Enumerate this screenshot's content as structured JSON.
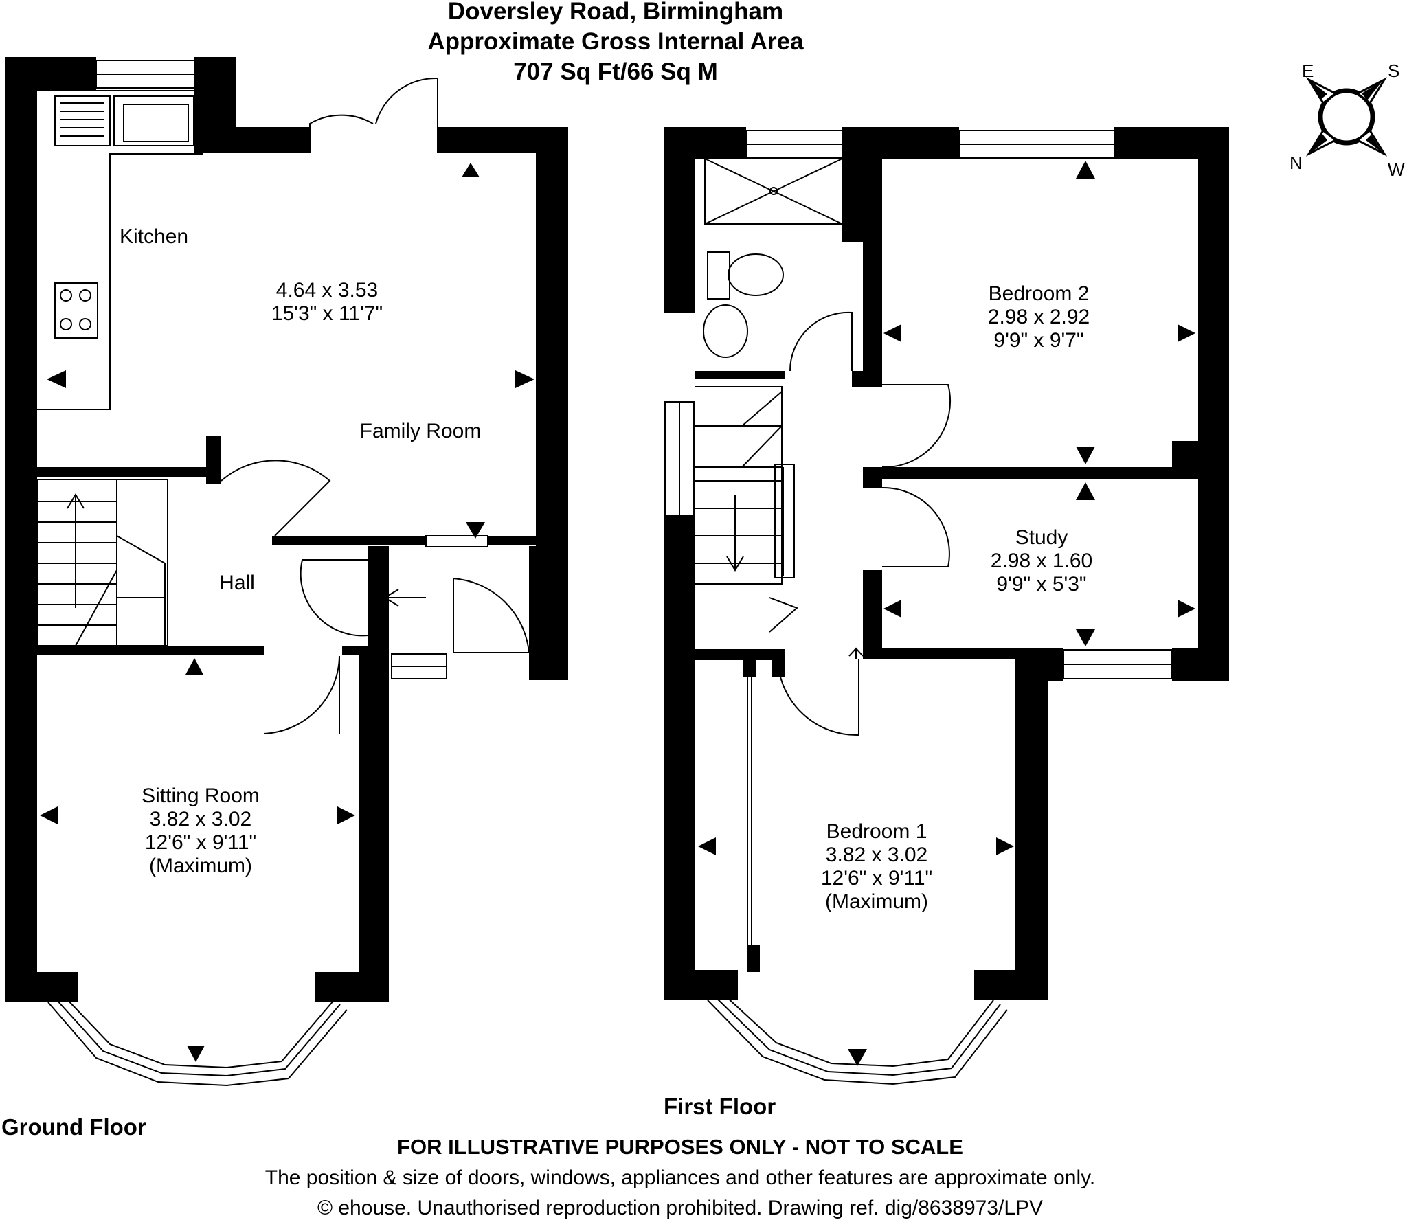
{
  "header": {
    "address": "Doversley Road, Birmingham",
    "area_title": "Approximate Gross Internal Area",
    "area_value": "707 Sq Ft/66 Sq M"
  },
  "compass": {
    "e": "E",
    "s": "S",
    "n": "N",
    "w": "W"
  },
  "ground_floor": {
    "label": "Ground Floor",
    "kitchen": "Kitchen",
    "family_room": {
      "name": "Family Room",
      "metric": "4.64 x 3.53",
      "imperial": "15'3\" x 11'7\""
    },
    "hall": "Hall",
    "sitting_room": {
      "name": "Sitting Room",
      "metric": "3.82 x 3.02",
      "imperial": "12'6\" x 9'11\"",
      "note": "(Maximum)"
    }
  },
  "first_floor": {
    "label": "First Floor",
    "bedroom2": {
      "name": "Bedroom 2",
      "metric": "2.98 x 2.92",
      "imperial": "9'9\" x 9'7\""
    },
    "study": {
      "name": "Study",
      "metric": "2.98 x 1.60",
      "imperial": "9'9\" x 5'3\""
    },
    "bedroom1": {
      "name": "Bedroom 1",
      "metric": "3.82 x 3.02",
      "imperial": "12'6\" x 9'11\"",
      "note": "(Maximum)"
    }
  },
  "disclaimer": {
    "line1": "FOR ILLUSTRATIVE PURPOSES ONLY - NOT TO SCALE",
    "line2": "The position & size of doors, windows, appliances and other features are approximate only.",
    "line3": "© ehouse. Unauthorised reproduction prohibited. Drawing ref. dig/8638973/LPV"
  }
}
